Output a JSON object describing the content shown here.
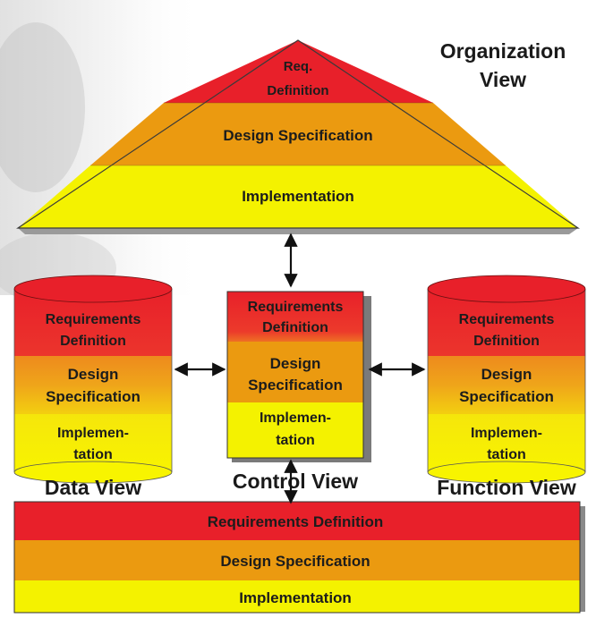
{
  "organization_view": {
    "title_line1": "Organization",
    "title_line2": "View",
    "layers": {
      "req_line1": "Req.",
      "req_line2": "Definition",
      "design": "Design Specification",
      "implementation": "Implementation"
    }
  },
  "data_view": {
    "title": "Data View",
    "layers": {
      "req_line1": "Requirements",
      "req_line2": "Definition",
      "design_line1": "Design",
      "design_line2": "Specification",
      "impl_line1": "Implemen-",
      "impl_line2": "tation"
    }
  },
  "control_view": {
    "title": "Control View",
    "layers": {
      "req_line1": "Requirements",
      "req_line2": "Definition",
      "design_line1": "Design",
      "design_line2": "Specification",
      "impl_line1": "Implemen-",
      "impl_line2": "tation"
    }
  },
  "function_view": {
    "title": "Function View",
    "layers": {
      "req_line1": "Requirements",
      "req_line2": "Definition",
      "design_line1": "Design",
      "design_line2": "Specification",
      "impl_line1": "Implemen-",
      "impl_line2": "tation"
    }
  },
  "output_view": {
    "layers": {
      "requirements": "Requirements Definition",
      "design": "Design Specification",
      "implementation": "Implementation"
    }
  },
  "colors": {
    "requirements": "#e8202a",
    "design": "#eb9a10",
    "implementation": "#f4f200",
    "edge": "#2a2a2a"
  }
}
